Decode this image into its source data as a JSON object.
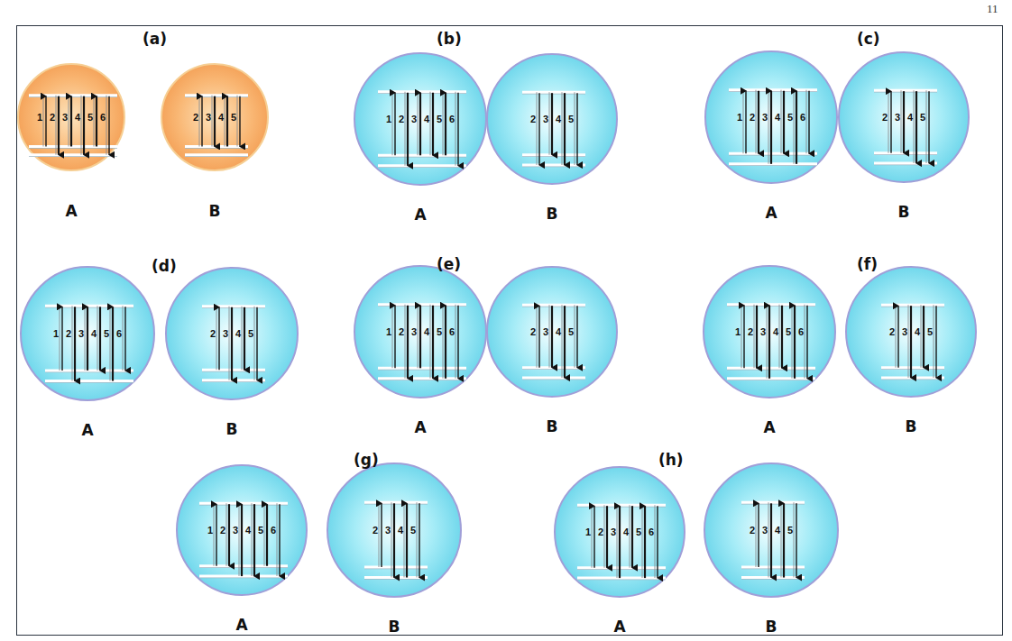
{
  "diagram": {
    "nodes": [
      {
        "text": [
          "1",
          "2",
          "3",
          "4",
          "5",
          "6",
          "A"
        ]
      },
      {
        "text": [
          "2",
          "3",
          "4",
          "5",
          "B"
        ]
      },
      {
        "text": [
          "1",
          "2",
          "3",
          "4",
          "5",
          "6",
          "A"
        ]
      },
      {
        "text": [
          "2",
          "3",
          "4",
          "5",
          "B"
        ]
      },
      {
        "text": [
          "1",
          "2",
          "3",
          "4",
          "5",
          "6",
          "A"
        ]
      },
      {
        "text": [
          "2",
          "3",
          "4",
          "5",
          "B"
        ]
      },
      {
        "text": [
          "1",
          "2",
          "3",
          "4",
          "5",
          "6",
          "A"
        ]
      },
      {
        "text": [
          "2",
          "3",
          "4",
          "5",
          "B"
        ]
      },
      {
        "text": [
          "1",
          "2",
          "3",
          "4",
          "5",
          "6",
          "A"
        ]
      },
      {
        "text": [
          "2",
          "3",
          "4",
          "5",
          "B"
        ]
      },
      {
        "text": [
          "1",
          "2",
          "3",
          "4",
          "5",
          "6",
          "A"
        ]
      },
      {
        "text": [
          "2",
          "3",
          "4",
          "5",
          "B"
        ]
      },
      {
        "text": [
          "1",
          "2",
          "3",
          "4",
          "5",
          "6",
          "A"
        ]
      },
      {
        "text": [
          "2",
          "3",
          "4",
          "5",
          "B"
        ]
      },
      {
        "text": [
          "1",
          "2",
          "3",
          "4",
          "5",
          "6",
          "A"
        ]
      },
      {
        "text": [
          "2",
          "3",
          "4",
          "5",
          "B"
        ]
      }
    ],
    "labels": [
      "11",
      "(a)",
      "(b)",
      "(c)",
      "(d)",
      "(e)",
      "(f)",
      "(g)",
      "(h)"
    ]
  }
}
